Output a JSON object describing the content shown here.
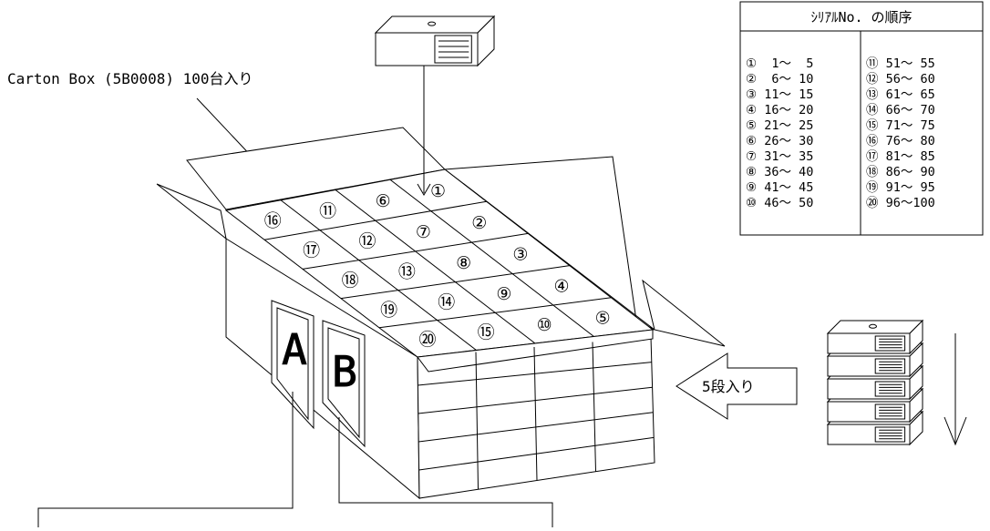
{
  "carton_label": "Carton Box (5B0008) 100台入り",
  "stack_label": "5段入り",
  "table": {
    "title": "ｼﾘｱﾙNo. の順序",
    "left": [
      "①  1～  5",
      "②  6～ 10",
      "③ 11～ 15",
      "④ 16～ 20",
      "⑤ 21～ 25",
      "⑥ 26～ 30",
      "⑦ 31～ 35",
      "⑧ 36～ 40",
      "⑨ 41～ 45",
      "⑩ 46～ 50"
    ],
    "right": [
      "⑪ 51～ 55",
      "⑫ 56～ 60",
      "⑬ 61～ 65",
      "⑭ 66～ 70",
      "⑮ 71～ 75",
      "⑯ 76～ 80",
      "⑰ 81～ 85",
      "⑱ 86～ 90",
      "⑲ 91～ 95",
      "⑳ 96～100"
    ]
  },
  "side_labels": {
    "a": "A",
    "b": "B"
  },
  "slots": [
    "①",
    "②",
    "③",
    "④",
    "⑤",
    "⑥",
    "⑦",
    "⑧",
    "⑨",
    "⑩",
    "⑪",
    "⑫",
    "⑬",
    "⑭",
    "⑮",
    "⑯",
    "⑰",
    "⑱",
    "⑲",
    "⑳"
  ]
}
